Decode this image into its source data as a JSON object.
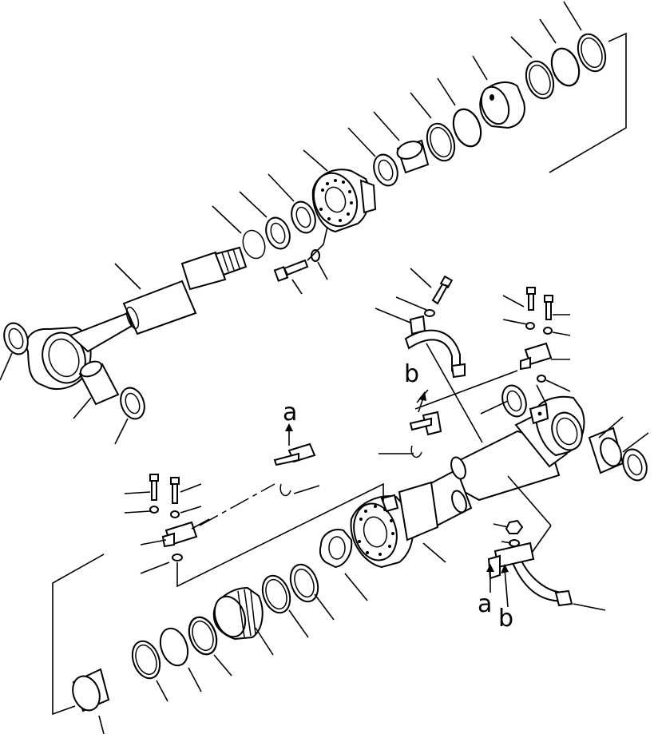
{
  "diagram": {
    "callouts": {
      "a_top": "a",
      "b_top": "b",
      "a_bottom": "a",
      "b_bottom": "b"
    }
  }
}
